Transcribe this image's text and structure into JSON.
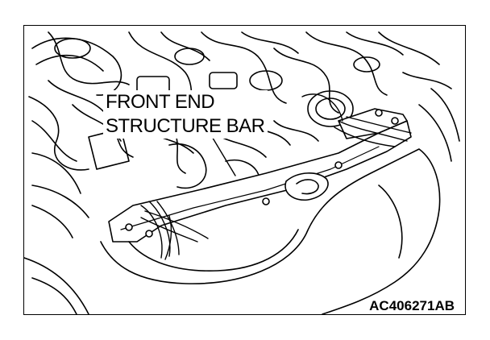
{
  "callout": {
    "line1": "FRONT END",
    "line2": "STRUCTURE BAR"
  },
  "figure_id": "AC406271AB",
  "colors": {
    "ink": "#000000",
    "paper": "#ffffff"
  }
}
